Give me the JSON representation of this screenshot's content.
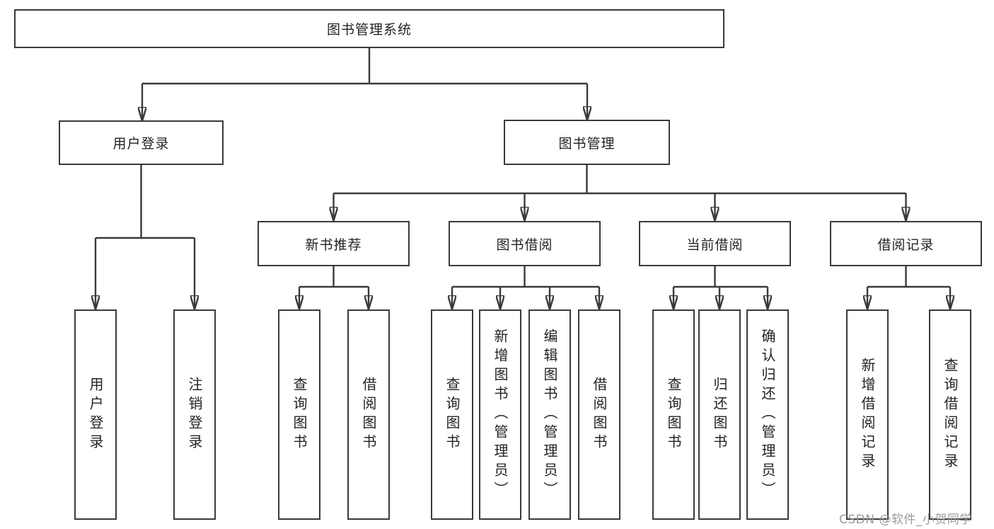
{
  "diagram_title": "图书管理系统",
  "tree": {
    "label": "图书管理系统",
    "children": [
      {
        "label": "用户登录",
        "children": [
          {
            "label": "用户登录"
          },
          {
            "label": "注销登录"
          }
        ]
      },
      {
        "label": "图书管理",
        "children": [
          {
            "label": "新书推荐",
            "children": [
              {
                "label": "查询图书"
              },
              {
                "label": "借阅图书"
              }
            ]
          },
          {
            "label": "图书借阅",
            "children": [
              {
                "label": "查询图书"
              },
              {
                "label": "新增图书（管理员）"
              },
              {
                "label": "编辑图书（管理员）"
              },
              {
                "label": "借阅图书"
              }
            ]
          },
          {
            "label": "当前借阅",
            "children": [
              {
                "label": "查询图书"
              },
              {
                "label": "归还图书"
              },
              {
                "label": "确认归还（管理员）"
              }
            ]
          },
          {
            "label": "借阅记录",
            "children": [
              {
                "label": "新增借阅记录"
              },
              {
                "label": "查询借阅记录"
              }
            ]
          }
        ]
      }
    ]
  },
  "watermark": {
    "text": "CSDN @软件_小贺同学",
    "color": "#9b9b9b"
  },
  "colors": {
    "line": "#3a3a3a",
    "box_border": "#3a3a3a",
    "text": "#232323",
    "background": "#ffffff"
  }
}
